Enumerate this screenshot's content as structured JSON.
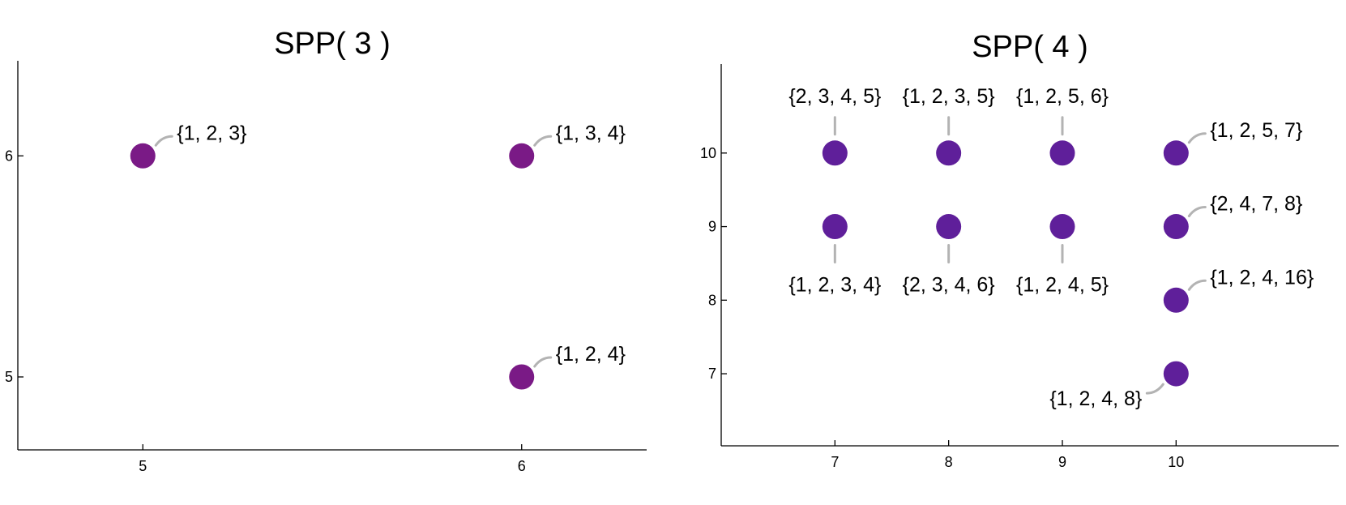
{
  "chart_data": [
    {
      "type": "scatter",
      "title": "SPP( 3 )",
      "xlim": [
        4.67,
        6.33
      ],
      "ylim": [
        4.67,
        6.43
      ],
      "x_ticks": [
        5,
        6
      ],
      "y_ticks": [
        5,
        6
      ],
      "grid": false,
      "point_color": "#7a1a86",
      "points": [
        {
          "x": 5,
          "y": 6,
          "label": "{1, 2, 3}",
          "label_pos": "upper-right"
        },
        {
          "x": 6,
          "y": 6,
          "label": "{1, 3, 4}",
          "label_pos": "upper-right"
        },
        {
          "x": 6,
          "y": 5,
          "label": "{1, 2, 4}",
          "label_pos": "upper-right"
        }
      ]
    },
    {
      "type": "scatter",
      "title": "SPP( 4 )",
      "xlim": [
        6.0,
        11.43
      ],
      "ylim": [
        6.02,
        11.21
      ],
      "x_ticks": [
        7,
        8,
        9,
        10
      ],
      "y_ticks": [
        7,
        8,
        9,
        10
      ],
      "grid": false,
      "point_color": "#5f1f9a",
      "points": [
        {
          "x": 7,
          "y": 10,
          "label": "{2, 3, 4, 5}",
          "label_pos": "above"
        },
        {
          "x": 8,
          "y": 10,
          "label": "{1, 2, 3, 5}",
          "label_pos": "above"
        },
        {
          "x": 9,
          "y": 10,
          "label": "{1, 2, 5, 6}",
          "label_pos": "above"
        },
        {
          "x": 10,
          "y": 10,
          "label": "{1, 2, 5, 7}",
          "label_pos": "upper-right"
        },
        {
          "x": 7,
          "y": 9,
          "label": "{1, 2, 3, 4}",
          "label_pos": "below"
        },
        {
          "x": 8,
          "y": 9,
          "label": "{2, 3, 4, 6}",
          "label_pos": "below"
        },
        {
          "x": 9,
          "y": 9,
          "label": "{1, 2, 4, 5}",
          "label_pos": "below"
        },
        {
          "x": 10,
          "y": 9,
          "label": "{2, 4, 7, 8}",
          "label_pos": "upper-right"
        },
        {
          "x": 10,
          "y": 8,
          "label": "{1, 2, 4, 16}",
          "label_pos": "upper-right"
        },
        {
          "x": 10,
          "y": 7,
          "label": "{1, 2, 4, 8}",
          "label_pos": "lower-left"
        }
      ]
    }
  ]
}
